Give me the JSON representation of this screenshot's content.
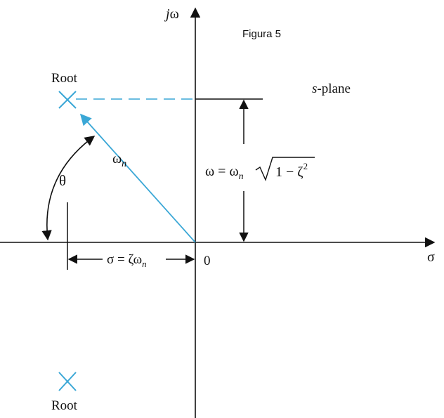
{
  "title": "Figura 5",
  "plane_label": {
    "italic": "s",
    "text": "-plane"
  },
  "axes": {
    "imag_j": "j",
    "imag_w": "ω",
    "real": "σ",
    "origin": "0"
  },
  "roots": {
    "upper": "Root",
    "lower": "Root"
  },
  "angle_label": "θ",
  "vector_label": {
    "omega": "ω",
    "sub": "n"
  },
  "omega_eq": {
    "lhs": "ω = ω",
    "sub": "n",
    "sqrt_body": "1 − ζ",
    "sup": "2"
  },
  "sigma_eq": {
    "text": "σ = ζω",
    "sub": "n"
  },
  "colors": {
    "root_accent": "#3aa7d6",
    "ink": "#111111"
  }
}
